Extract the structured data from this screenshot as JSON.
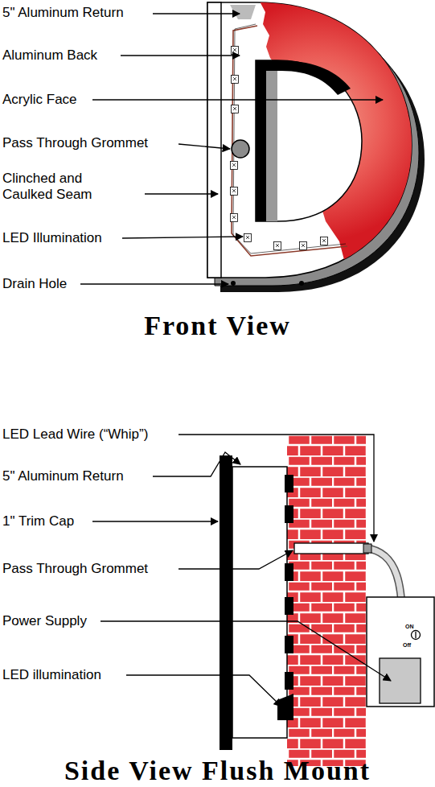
{
  "diagram": {
    "labels": [
      "5\" Aluminum Return",
      "Aluminum Back",
      "Acrylic Face",
      "Pass Through Grommet",
      "Clinched and Caulked Seam",
      "LED Illumination",
      "Drain Hole",
      "Front View",
      "LED Lead Wire (“Whip”)",
      "5\" Aluminum Return",
      "1\" Trim Cap",
      "Pass Through Grommet",
      "Power Supply",
      "LED illumination",
      "ON",
      "Off",
      "Side View Flush Mount"
    ]
  }
}
